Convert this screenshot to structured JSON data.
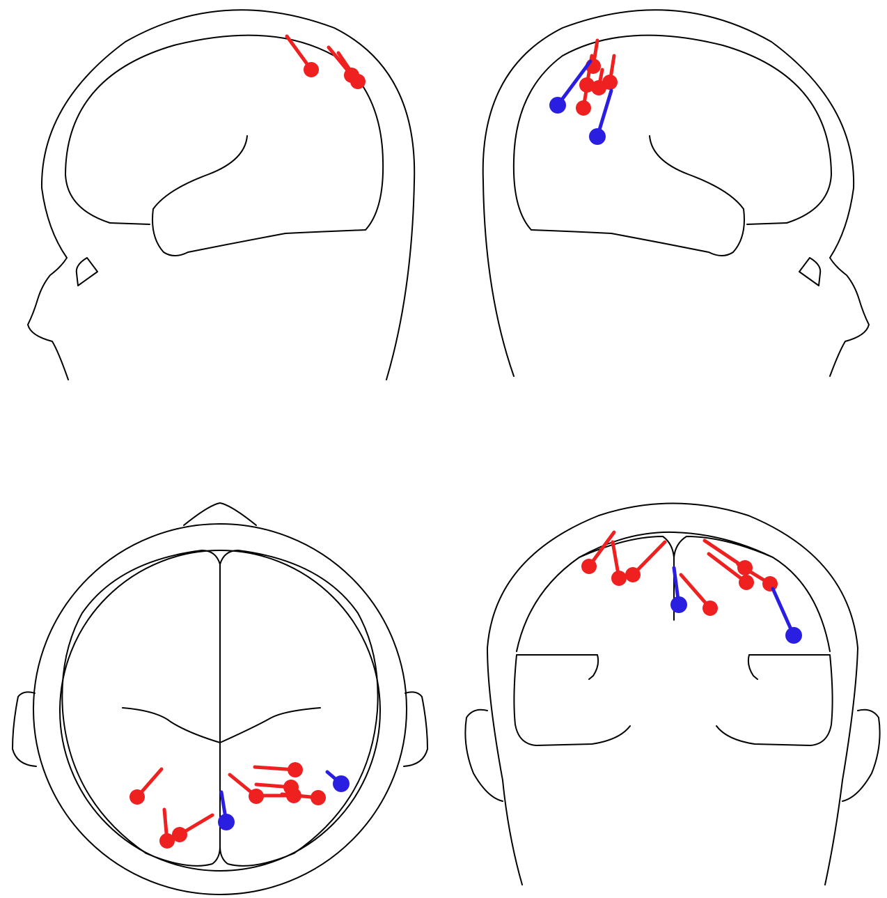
{
  "colors": {
    "background": "#ffffff",
    "outline": "#000000",
    "dipole_red": "#ee2020",
    "dipole_blue": "#2a1fe0"
  },
  "views": [
    {
      "name": "left-lateral",
      "dipoles": [
        {
          "color": "red"
        },
        {
          "color": "red"
        },
        {
          "color": "red"
        }
      ]
    },
    {
      "name": "right-lateral",
      "dipoles": [
        {
          "color": "red"
        },
        {
          "color": "red"
        },
        {
          "color": "red"
        },
        {
          "color": "red"
        },
        {
          "color": "red"
        },
        {
          "color": "blue"
        },
        {
          "color": "blue"
        }
      ]
    },
    {
      "name": "top",
      "dipoles": [
        {
          "color": "red"
        },
        {
          "color": "red"
        },
        {
          "color": "red"
        },
        {
          "color": "red"
        },
        {
          "color": "red"
        },
        {
          "color": "red"
        },
        {
          "color": "red"
        },
        {
          "color": "red"
        },
        {
          "color": "blue"
        },
        {
          "color": "blue"
        }
      ]
    },
    {
      "name": "posterior",
      "dipoles": [
        {
          "color": "red"
        },
        {
          "color": "red"
        },
        {
          "color": "red"
        },
        {
          "color": "red"
        },
        {
          "color": "red"
        },
        {
          "color": "red"
        },
        {
          "color": "red"
        },
        {
          "color": "blue"
        },
        {
          "color": "blue"
        }
      ]
    }
  ]
}
